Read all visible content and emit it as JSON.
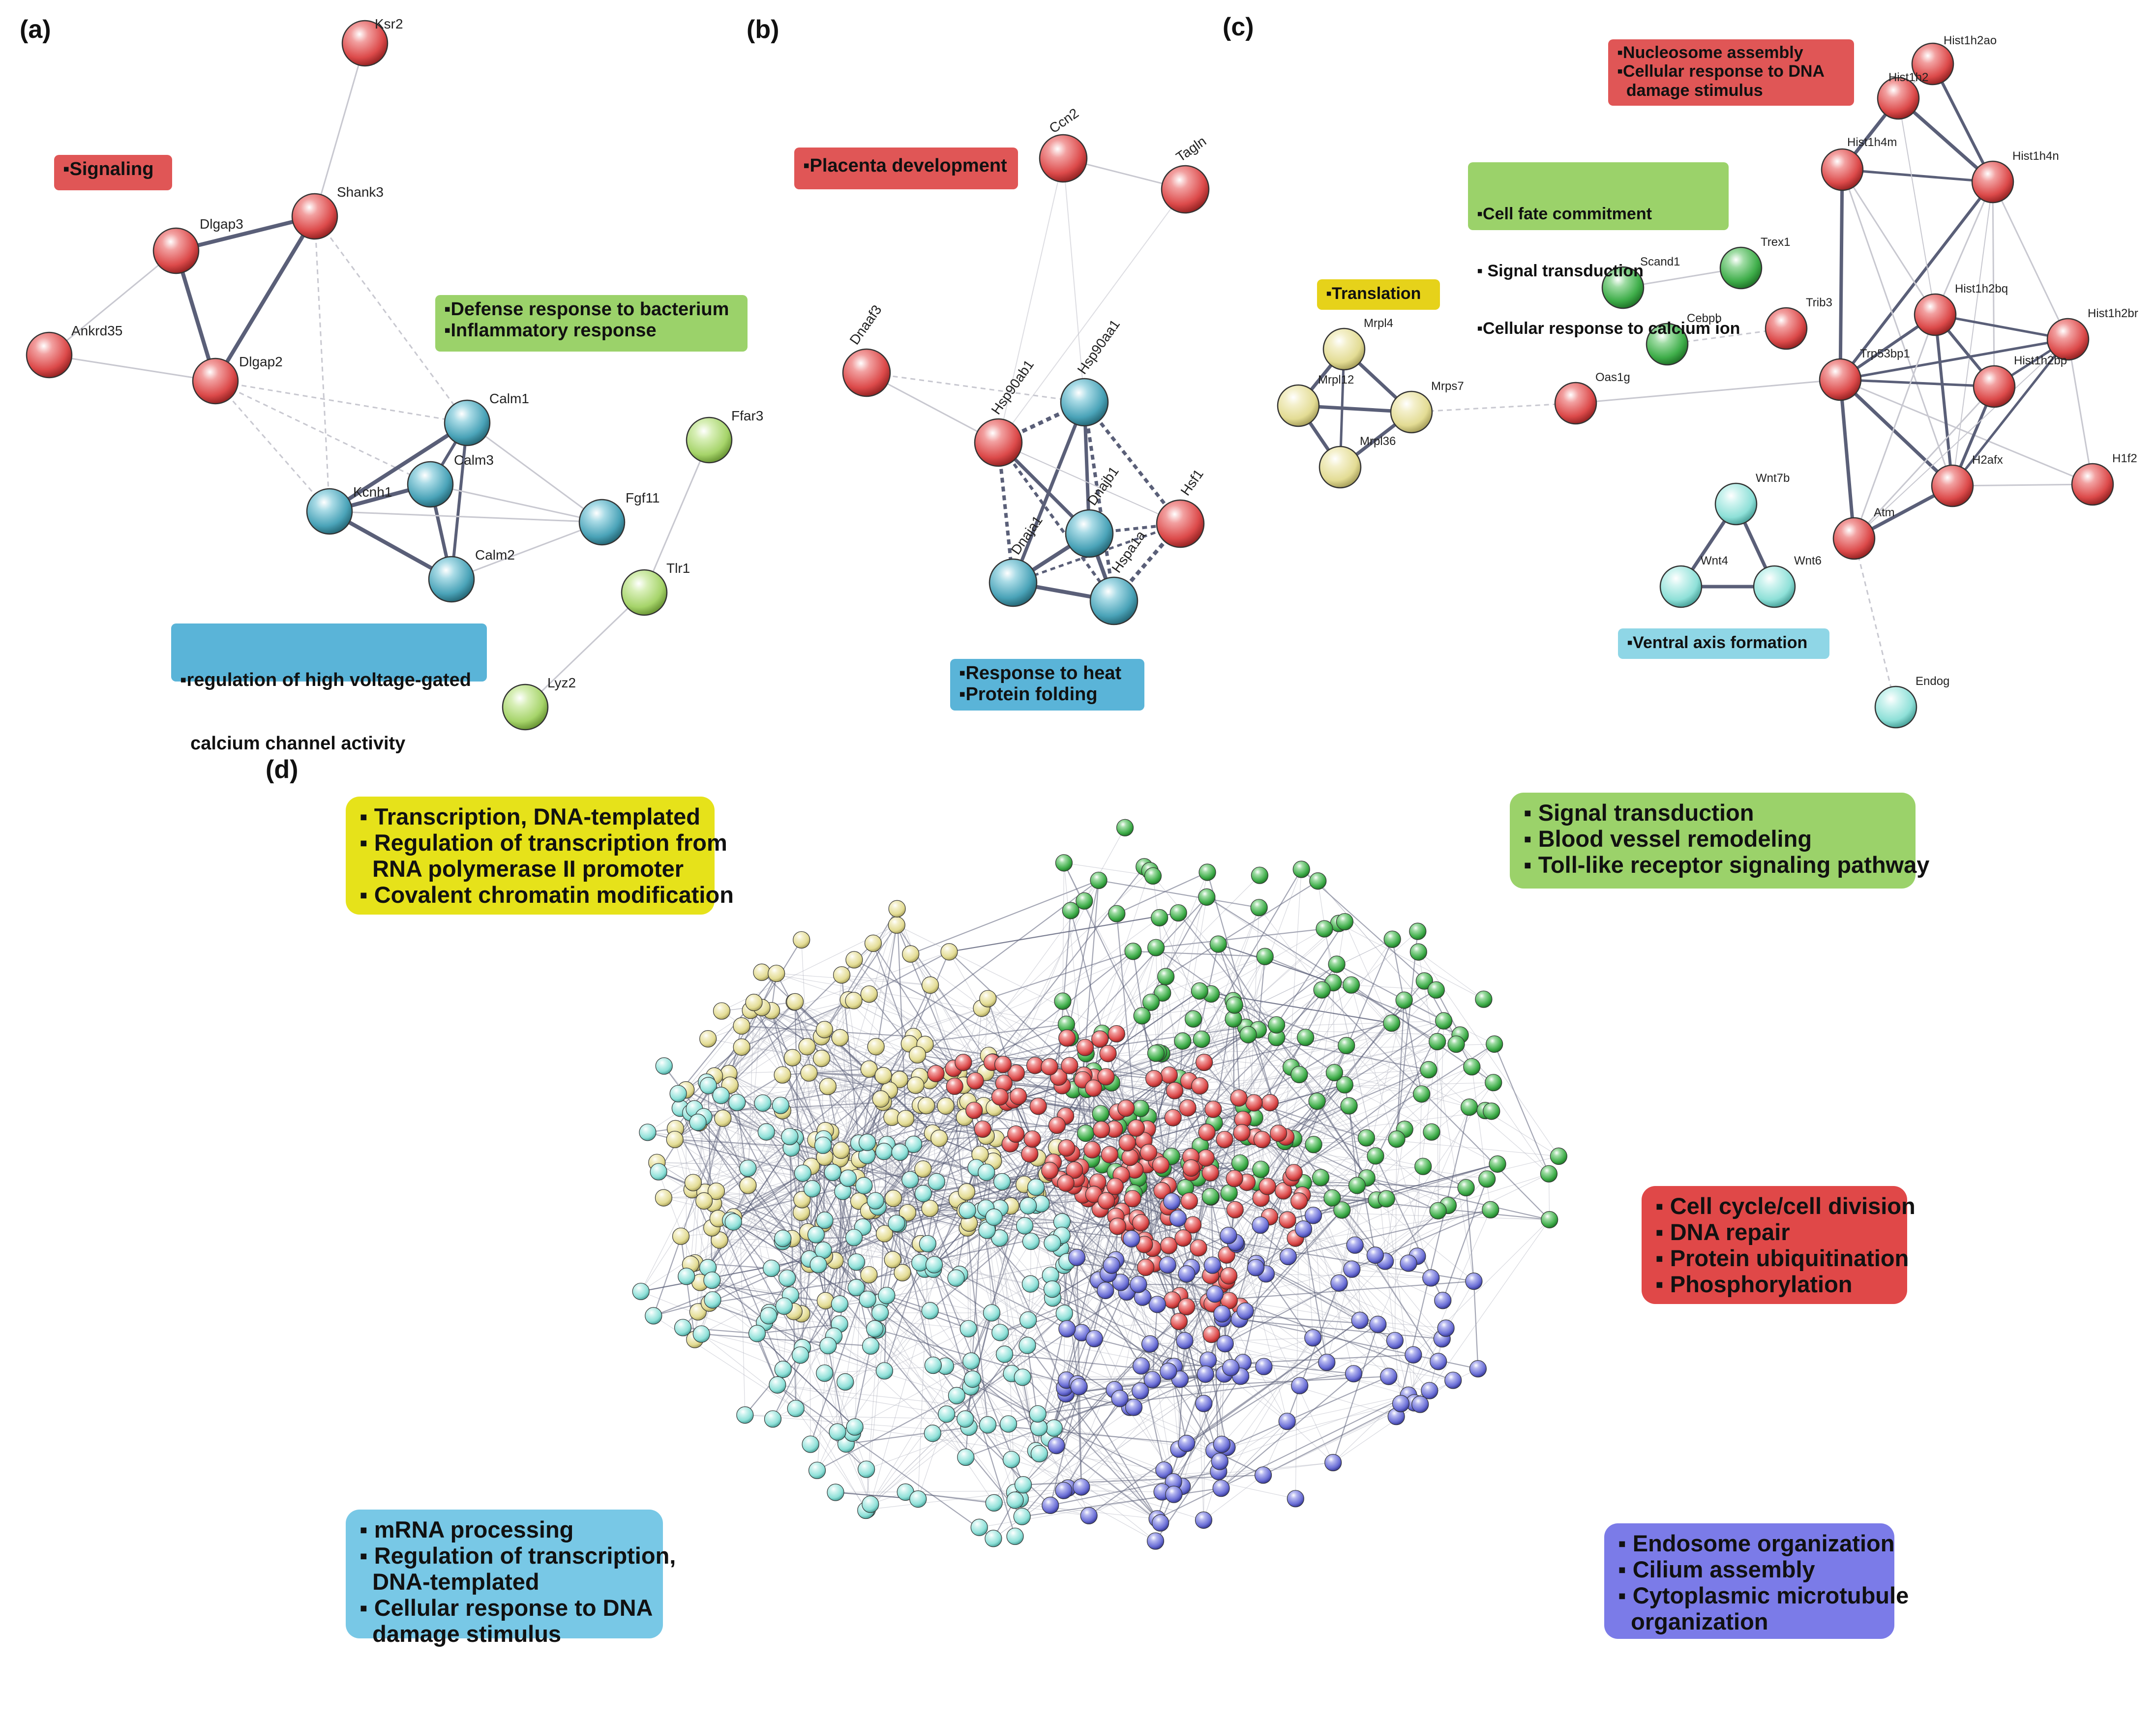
{
  "panels": {
    "a": {
      "label": "(a)",
      "boxes": [
        {
          "lines": [
            "▪Signaling"
          ],
          "color": "#e05656"
        },
        {
          "lines": [
            "▪Defense response to bacterium",
            "▪Inflammatory response"
          ],
          "color": "#9bd26a"
        },
        {
          "lines": [
            "▪regulation of high voltage-gated",
            "  calcium channel activity"
          ],
          "color": "#5ab4d8"
        }
      ],
      "nodes": [
        "Ksr2",
        "Shank3",
        "Dlgap3",
        "Ankrd35",
        "Dlgap2",
        "Calm1",
        "Kcnh1",
        "Calm3",
        "Calm2",
        "Fgf11",
        "Ffar3",
        "Tlr1",
        "Lyz2"
      ]
    },
    "b": {
      "label": "(b)",
      "boxes": [
        {
          "lines": [
            "▪Placenta development"
          ],
          "color": "#e05656"
        },
        {
          "lines": [
            "▪Response to heat",
            "▪Protein folding"
          ],
          "color": "#5ab4d8"
        }
      ],
      "nodes": [
        "Ccn2",
        "Tagln",
        "Dnaaf3",
        "Hsp90ab1",
        "Hsp90aa1",
        "Dnajb1",
        "Hsf1",
        "Dnaja1",
        "Hspa1a"
      ]
    },
    "c": {
      "label": "(c)",
      "boxes": [
        {
          "lines": [
            "▪Nucleosome assembly",
            "▪Cellular response to DNA",
            "  damage stimulus"
          ],
          "color": "#e05656"
        },
        {
          "lines": [
            "▪Cell fate commitment",
            "▪ Signal transduction",
            "▪Cellular response to calcium ion"
          ],
          "color": "#9bd26a"
        },
        {
          "lines": [
            "▪Translation"
          ],
          "color": "#e6d21a"
        },
        {
          "lines": [
            "▪Ventral axis formation"
          ],
          "color": "#8fd6e6"
        }
      ],
      "nodes": [
        "Hist1h2ao",
        "Hist1h2",
        "Hist1h4m",
        "Hist1h4n",
        "Scand1",
        "Trex1",
        "Trib3",
        "Cebpb",
        "Hist1h2bq",
        "Hist1h2br",
        "Mrpl4",
        "Mrpl12",
        "Mrps7",
        "Mrpl36",
        "Oas1g",
        "Trp53bp1",
        "Hist1h2bp",
        "H2afx",
        "H1f2",
        "Atm",
        "Wnt7b",
        "Wnt4",
        "Wnt6",
        "Endog"
      ]
    },
    "d": {
      "label": "(d)",
      "boxes": [
        {
          "lines": [
            "▪ Transcription, DNA-templated",
            "▪ Regulation of transcription from",
            "  RNA polymerase II promoter",
            "▪ Covalent chromatin modification"
          ],
          "color": "#e6e21a"
        },
        {
          "lines": [
            "▪ Signal transduction",
            "▪ Blood vessel remodeling",
            "▪ Toll-like receptor signaling pathway"
          ],
          "color": "#9bd26a"
        },
        {
          "lines": [
            "▪ Cell cycle/cell division",
            "▪ DNA repair",
            "▪ Protein ubiquitination",
            "▪ Phosphorylation"
          ],
          "color": "#e04848"
        },
        {
          "lines": [
            "▪ mRNA processing",
            "▪ Regulation of transcription,",
            "  DNA-templated",
            "▪ Cellular response to DNA",
            "  damage stimulus"
          ],
          "color": "#78c8e6"
        },
        {
          "lines": [
            "▪ Endosome organization",
            "▪ Cilium assembly",
            "▪ Cytoplasmic microtubule",
            "  organization"
          ],
          "color": "#7b7be8"
        }
      ]
    }
  },
  "colors": {
    "red": "#e05656",
    "teal": "#4aa3b8",
    "lightgreen": "#a6d46a",
    "green": "#3fae4a",
    "yellow": "#e3dc94",
    "aqua": "#8ee0d8",
    "blue": "#6b6fd6",
    "edge_dark": "#5a5f78",
    "edge_light": "#c8c8d0"
  }
}
